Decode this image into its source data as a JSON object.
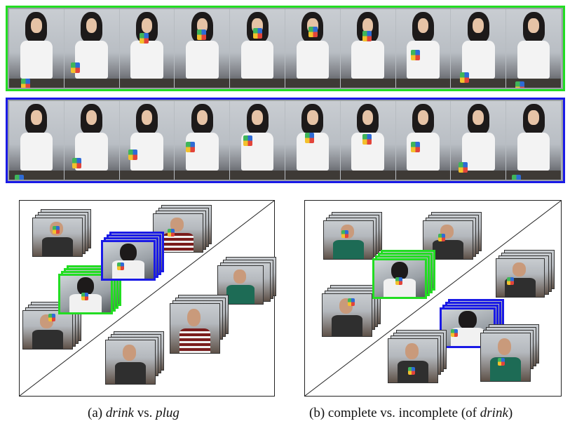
{
  "strips": {
    "top": {
      "color": "#22dd22",
      "frames": 10
    },
    "bottom": {
      "color": "#1a1ae6",
      "frames": 10
    }
  },
  "captions": {
    "a": {
      "prefix": "(a) ",
      "word1": "drink",
      "mid": " vs. ",
      "word2": "plug"
    },
    "b": {
      "prefix": "(b) complete vs. incomplete (of ",
      "word1": "drink",
      "suffix": ")"
    }
  },
  "colors": {
    "green": "#22dd22",
    "blue": "#1a1ae6"
  }
}
